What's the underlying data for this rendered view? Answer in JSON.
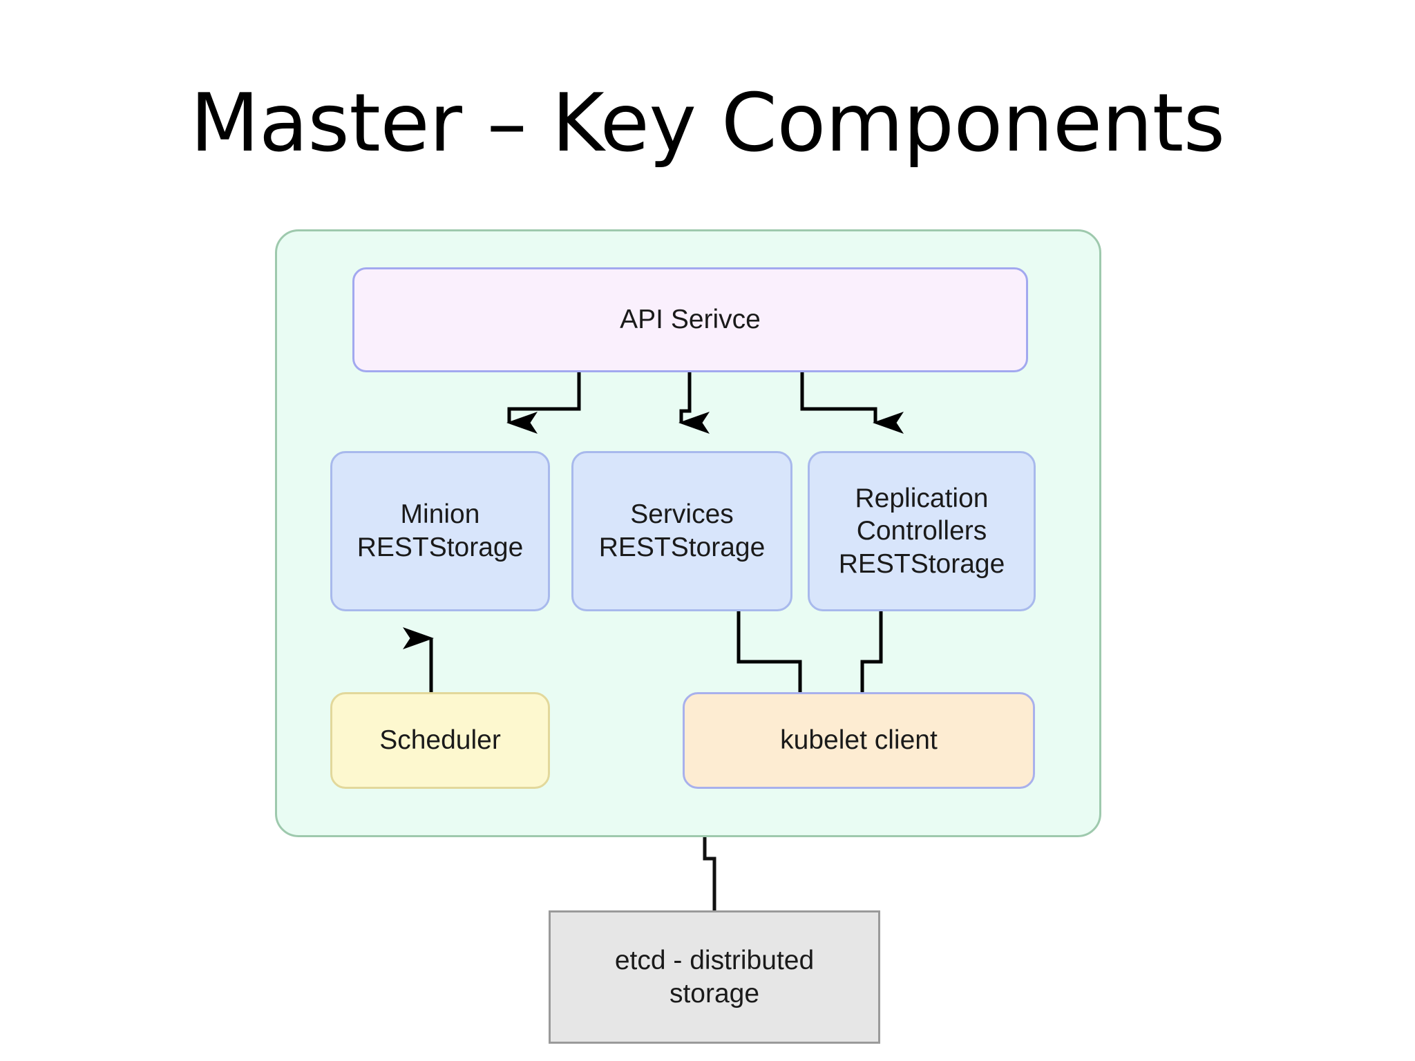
{
  "slide": {
    "title": "Master – Key Components",
    "background_color": "#ffffff"
  },
  "diagram": {
    "type": "block-diagram",
    "container": {
      "name": "master",
      "label": "",
      "fill_color": "#e9fcf3",
      "border_color": "#9ec9ad"
    },
    "nodes": [
      {
        "id": "api-service",
        "label": "API Serivce",
        "fill_color": "#faf0fd",
        "border_color": "#a2a8ef"
      },
      {
        "id": "minion-reststorage",
        "label": "Minion\nRESTStorage",
        "line1": "Minion",
        "line2": "RESTStorage",
        "fill_color": "#d8e5fb",
        "border_color": "#a8b9ec"
      },
      {
        "id": "services-reststorage",
        "label": "Services\nRESTStorage",
        "line1": "Services",
        "line2": "RESTStorage",
        "fill_color": "#d8e5fb",
        "border_color": "#a8b9ec"
      },
      {
        "id": "replication-controllers-reststorage",
        "label": "Replication Controllers RESTStorage",
        "line1": "Replication",
        "line2": "Controllers",
        "line3": "RESTStorage",
        "fill_color": "#d8e5fb",
        "border_color": "#a8b9ec"
      },
      {
        "id": "scheduler",
        "label": "Scheduler",
        "fill_color": "#fdf8cf",
        "border_color": "#e2d89b"
      },
      {
        "id": "kubelet-client",
        "label": "kubelet client",
        "fill_color": "#fdecd2",
        "border_color": "#a8b0ec"
      },
      {
        "id": "etcd",
        "label": "etcd - distributed storage",
        "line1": "etcd - distributed",
        "line2": "storage",
        "fill_color": "#e6e6e6",
        "border_color": "#9a9a9a"
      }
    ],
    "edges": [
      {
        "from": "api-service",
        "to": "minion-reststorage",
        "arrow": "to",
        "style": "orthogonal"
      },
      {
        "from": "api-service",
        "to": "services-reststorage",
        "arrow": "to",
        "style": "orthogonal"
      },
      {
        "from": "api-service",
        "to": "replication-controllers-reststorage",
        "arrow": "to",
        "style": "orthogonal"
      },
      {
        "from": "scheduler",
        "to": "minion-reststorage",
        "arrow": "to",
        "style": "straight"
      },
      {
        "from": "services-reststorage",
        "to": "kubelet-client",
        "arrow": "none",
        "style": "orthogonal"
      },
      {
        "from": "replication-controllers-reststorage",
        "to": "kubelet-client",
        "arrow": "none",
        "style": "orthogonal"
      },
      {
        "from": "master",
        "to": "etcd",
        "arrow": "none",
        "style": "orthogonal"
      }
    ],
    "edge_color": "#000000"
  }
}
